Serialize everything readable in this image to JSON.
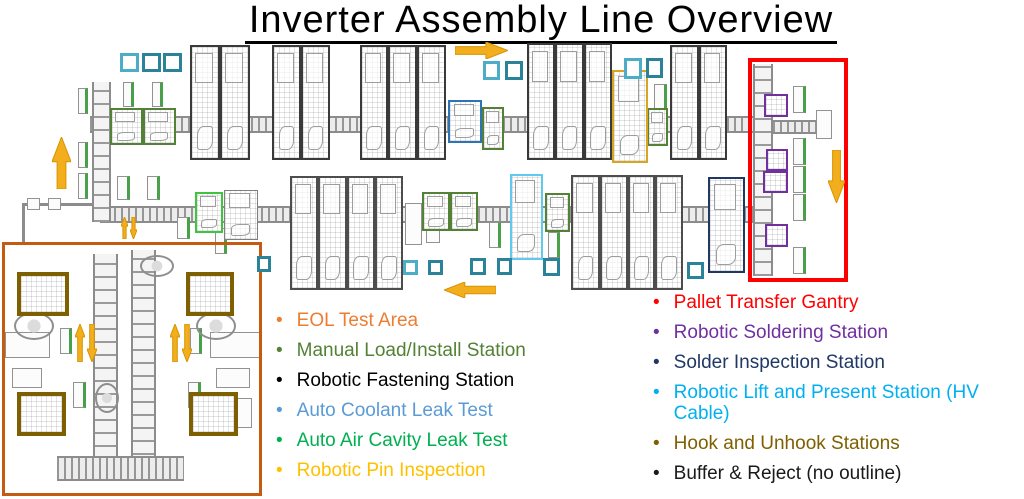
{
  "title": "Inverter Assembly Line Overview",
  "legend": {
    "left": [
      {
        "label": "EOL Test Area",
        "color": "#ED7D31"
      },
      {
        "label": "Manual Load/Install Station",
        "color": "#538135"
      },
      {
        "label": "Robotic Fastening Station",
        "color": "#000000"
      },
      {
        "label": "Auto Coolant Leak Test",
        "color": "#5B9BD5"
      },
      {
        "label": "Auto Air Cavity Leak Test",
        "color": "#00B050"
      },
      {
        "label": "Robotic Pin Inspection",
        "color": "#FFC000"
      }
    ],
    "right": [
      {
        "label": "Pallet Transfer Gantry",
        "color": "#FF0000"
      },
      {
        "label": "Robotic Soldering Station",
        "color": "#7030A0"
      },
      {
        "label": "Solder Inspection Station",
        "color": "#1F3864"
      },
      {
        "label": "Robotic Lift and Present Station (HV Cable)",
        "color": "#00B0F0"
      },
      {
        "label": "Hook and Unhook Stations",
        "color": "#7F6000"
      },
      {
        "label": "Buffer & Reject (no outline)",
        "color": "#1a1a1a"
      }
    ]
  },
  "colors": {
    "arrow_fill": "#F2AE1C",
    "arrow_stroke": "#D79400",
    "teal_light": "#4BAEC6",
    "teal_dark": "#2B8399"
  },
  "diagram": {
    "box_fields": [
      "x",
      "y",
      "w",
      "h",
      "color",
      "border",
      "pattern",
      "name"
    ],
    "boxes": [
      [
        190,
        45,
        30,
        115,
        "#3a3a3a",
        2,
        "m",
        "fastening-station-box"
      ],
      [
        220,
        45,
        30,
        115,
        "#3a3a3a",
        2,
        "m",
        "fastening-station-box"
      ],
      [
        272,
        45,
        29,
        115,
        "#3a3a3a",
        2,
        "m",
        "fastening-station-box"
      ],
      [
        301,
        45,
        29,
        115,
        "#3a3a3a",
        2,
        "m",
        "fastening-station-box"
      ],
      [
        360,
        45,
        28,
        115,
        "#3a3a3a",
        2,
        "m",
        "fastening-station-box"
      ],
      [
        388,
        45,
        29,
        115,
        "#3a3a3a",
        2,
        "m",
        "fastening-station-box"
      ],
      [
        417,
        45,
        29,
        115,
        "#3a3a3a",
        2,
        "m",
        "fastening-station-box"
      ],
      [
        527,
        43,
        28,
        117,
        "#3a3a3a",
        2,
        "m",
        "fastening-station-box"
      ],
      [
        555,
        43,
        29,
        117,
        "#3a3a3a",
        2,
        "m",
        "fastening-station-box"
      ],
      [
        584,
        43,
        28,
        117,
        "#3a3a3a",
        2,
        "m",
        "fastening-station-box"
      ],
      [
        670,
        45,
        29,
        115,
        "#3a3a3a",
        2,
        "m",
        "fastening-station-box"
      ],
      [
        699,
        45,
        28,
        115,
        "#3a3a3a",
        2,
        "m",
        "fastening-station-box"
      ],
      [
        290,
        176,
        28,
        114,
        "#4d4d4d",
        2,
        "m",
        "fastening-station-box"
      ],
      [
        318,
        176,
        29,
        114,
        "#4d4d4d",
        2,
        "m",
        "fastening-station-box"
      ],
      [
        347,
        176,
        28,
        114,
        "#4d4d4d",
        2,
        "m",
        "fastening-station-box"
      ],
      [
        375,
        176,
        28,
        114,
        "#4d4d4d",
        2,
        "m",
        "fastening-station-box"
      ],
      [
        571,
        175,
        29,
        115,
        "#4d4d4d",
        2,
        "m",
        "fastening-station-box"
      ],
      [
        600,
        175,
        28,
        115,
        "#4d4d4d",
        2,
        "m",
        "fastening-station-box"
      ],
      [
        628,
        175,
        27,
        115,
        "#4d4d4d",
        2,
        "m",
        "fastening-station-box"
      ],
      [
        655,
        175,
        28,
        115,
        "#4d4d4d",
        2,
        "m",
        "fastening-station-box"
      ],
      [
        224,
        190,
        34,
        50,
        "#7f7f7f",
        1,
        "m",
        "buffer-station-box"
      ],
      [
        110,
        108,
        33,
        37,
        "#538135",
        2,
        "m",
        "manual-load-station-box"
      ],
      [
        143,
        108,
        33,
        37,
        "#538135",
        2,
        "m",
        "manual-load-station-box"
      ],
      [
        482,
        107,
        22,
        43,
        "#538135",
        2,
        "m",
        "manual-load-station-box"
      ],
      [
        647,
        108,
        21,
        38,
        "#538135",
        2,
        "m",
        "manual-load-station-box"
      ],
      [
        422,
        192,
        28,
        39,
        "#538135",
        2,
        "m",
        "manual-load-station-box"
      ],
      [
        450,
        192,
        28,
        39,
        "#538135",
        2,
        "m",
        "manual-load-station-box"
      ],
      [
        545,
        193,
        25,
        39,
        "#538135",
        2,
        "m",
        "manual-load-station-box"
      ],
      [
        448,
        100,
        34,
        43,
        "#2E74B5",
        2,
        "m",
        "coolant-leak-test-box"
      ],
      [
        612,
        70,
        36,
        93,
        "#D9A420",
        2,
        "m",
        "pin-inspection-box"
      ],
      [
        195,
        192,
        28,
        41,
        "#3FC43F",
        2,
        "m",
        "air-cavity-leak-test-box"
      ],
      [
        510,
        174,
        33,
        86,
        "#5FC9F0",
        2,
        "m",
        "hv-lift-present-box"
      ],
      [
        708,
        177,
        37,
        96,
        "#1F3864",
        2,
        "m",
        "solder-inspection-box"
      ],
      [
        764,
        94,
        24,
        23,
        "#7030A0",
        2,
        "sm",
        "soldering-station-box"
      ],
      [
        766,
        149,
        22,
        22,
        "#7030A0",
        2,
        "sm",
        "soldering-station-box"
      ],
      [
        763,
        171,
        25,
        22,
        "#7030A0",
        2,
        "sm",
        "soldering-station-box"
      ],
      [
        765,
        224,
        23,
        23,
        "#7030A0",
        2,
        "sm",
        "soldering-station-box"
      ],
      [
        17,
        272,
        52,
        44,
        "#7F6000",
        4,
        "sm",
        "hook-unhook-station-box"
      ],
      [
        186,
        272,
        48,
        44,
        "#7F6000",
        4,
        "sm",
        "hook-unhook-station-box"
      ],
      [
        17,
        392,
        49,
        44,
        "#7F6000",
        4,
        "sm",
        "hook-unhook-station-box"
      ],
      [
        189,
        392,
        49,
        44,
        "#7F6000",
        4,
        "sm",
        "hook-unhook-station-box"
      ],
      [
        748,
        58,
        100,
        224,
        "#FF0000",
        4,
        "z",
        "pallet-transfer-gantry-zone"
      ],
      [
        2,
        242,
        260,
        254,
        "#C55A11",
        3,
        "z",
        "eol-test-area-zone"
      ]
    ],
    "conveyors": [
      [
        90,
        116,
        668,
        17,
        "h"
      ],
      [
        100,
        206,
        660,
        17,
        "h"
      ],
      [
        92,
        82,
        19,
        140,
        "v"
      ],
      [
        93,
        254,
        25,
        206,
        "v"
      ],
      [
        131,
        250,
        25,
        218,
        "v"
      ],
      [
        57,
        456,
        127,
        25,
        "h"
      ],
      [
        753,
        64,
        20,
        212,
        "v"
      ],
      [
        773,
        120,
        58,
        14,
        "h"
      ]
    ],
    "squares": [
      [
        120,
        53,
        19,
        19,
        "l"
      ],
      [
        142,
        53,
        19,
        19,
        "d"
      ],
      [
        163,
        53,
        19,
        19,
        "d"
      ],
      [
        483,
        61,
        17,
        19,
        "l"
      ],
      [
        505,
        61,
        18,
        19,
        "d"
      ],
      [
        624,
        58,
        18,
        21,
        "l"
      ],
      [
        646,
        58,
        17,
        20,
        "d"
      ],
      [
        403,
        260,
        15,
        15,
        "l"
      ],
      [
        428,
        260,
        15,
        15,
        "d"
      ],
      [
        470,
        258,
        16,
        17,
        "d"
      ],
      [
        497,
        258,
        15,
        17,
        "d"
      ],
      [
        543,
        258,
        17,
        18,
        "d"
      ],
      [
        687,
        262,
        17,
        17,
        "d"
      ],
      [
        257,
        256,
        14,
        16,
        "d"
      ]
    ],
    "markers": [
      [
        78,
        88,
        10,
        26
      ],
      [
        78,
        142,
        10,
        26
      ],
      [
        78,
        173,
        10,
        26
      ],
      [
        123,
        82,
        11,
        25
      ],
      [
        152,
        82,
        11,
        25
      ],
      [
        117,
        176,
        13,
        24
      ],
      [
        147,
        176,
        13,
        24
      ],
      [
        628,
        95,
        12,
        28
      ],
      [
        654,
        84,
        13,
        26
      ],
      [
        489,
        222,
        12,
        26
      ],
      [
        548,
        232,
        12,
        26
      ],
      [
        793,
        86,
        13,
        27
      ],
      [
        793,
        138,
        13,
        27
      ],
      [
        793,
        166,
        13,
        27
      ],
      [
        793,
        194,
        13,
        27
      ],
      [
        793,
        247,
        13,
        27
      ],
      [
        60,
        328,
        12,
        26
      ],
      [
        190,
        328,
        12,
        26
      ],
      [
        73,
        382,
        13,
        26
      ],
      [
        188,
        382,
        13,
        26
      ],
      [
        215,
        228,
        12,
        26
      ],
      [
        177,
        217,
        13,
        22
      ]
    ],
    "gray_rects": [
      [
        405,
        203,
        17,
        42
      ],
      [
        426,
        205,
        14,
        38
      ],
      [
        816,
        110,
        16,
        29
      ],
      [
        5,
        332,
        45,
        26
      ],
      [
        210,
        332,
        50,
        26
      ],
      [
        12,
        368,
        30,
        20
      ],
      [
        216,
        368,
        34,
        20
      ],
      [
        36,
        398,
        26,
        30
      ],
      [
        224,
        398,
        28,
        30
      ],
      [
        27,
        198,
        13,
        12
      ],
      [
        48,
        198,
        13,
        12
      ]
    ],
    "robots": [
      [
        95,
        383,
        24,
        30
      ],
      [
        140,
        255,
        34,
        22
      ],
      [
        14,
        312,
        40,
        28
      ],
      [
        196,
        312,
        40,
        28
      ]
    ],
    "lines": [
      [
        22,
        203,
        70,
        3
      ],
      [
        22,
        203,
        3,
        42
      ]
    ],
    "arrows": [
      [
        "right",
        455,
        42,
        53,
        17
      ],
      [
        "up",
        52,
        137,
        19,
        52
      ],
      [
        "down",
        828,
        150,
        17,
        53
      ],
      [
        "left",
        444,
        282,
        52,
        16
      ],
      [
        "up",
        121,
        217,
        7,
        22
      ],
      [
        "down",
        130,
        217,
        7,
        22
      ],
      [
        "up",
        75,
        324,
        10,
        38
      ],
      [
        "down",
        87,
        324,
        10,
        38
      ],
      [
        "up",
        170,
        324,
        10,
        38
      ],
      [
        "down",
        182,
        324,
        10,
        38
      ]
    ]
  }
}
